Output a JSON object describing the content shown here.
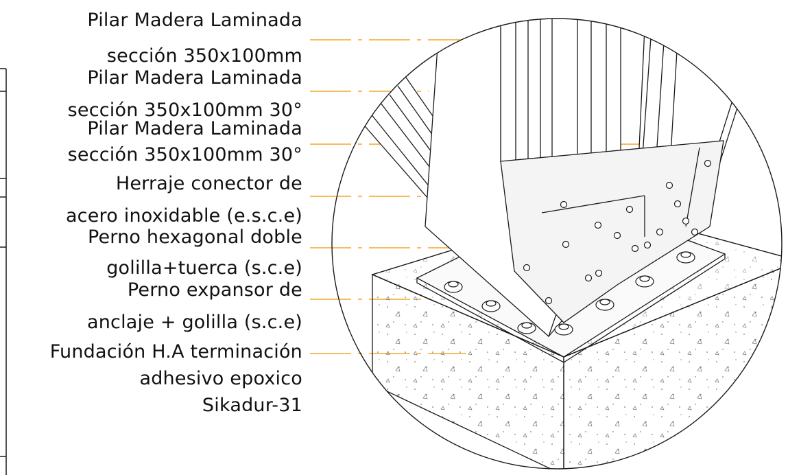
{
  "labels": [
    {
      "id": "pilar-1",
      "lines": [
        "Pilar Madera Laminada",
        "sección 350x100mm"
      ]
    },
    {
      "id": "pilar-2",
      "lines": [
        "Pilar Madera Laminada",
        "sección 350x100mm 30°"
      ]
    },
    {
      "id": "pilar-3",
      "lines": [
        "Pilar Madera Laminada",
        "sección 350x100mm 30°"
      ]
    },
    {
      "id": "herraje",
      "lines": [
        "Herraje conector de",
        "acero inoxidable (e.s.c.e)"
      ]
    },
    {
      "id": "perno-hex",
      "lines": [
        "Perno hexagonal doble",
        "golilla+tuerca (s.c.e)"
      ]
    },
    {
      "id": "perno-exp",
      "lines": [
        "Perno expansor de",
        "anclaje + golilla (s.c.e)"
      ]
    },
    {
      "id": "fundacion",
      "lines": [
        "Fundación H.A terminación",
        "adhesivo epoxico",
        "Sikadur-31"
      ]
    }
  ],
  "colors": {
    "leader": "#f5a623",
    "line": "#1a1a1a",
    "steel": "#f2f2f2",
    "concrete": "#ffffff"
  }
}
